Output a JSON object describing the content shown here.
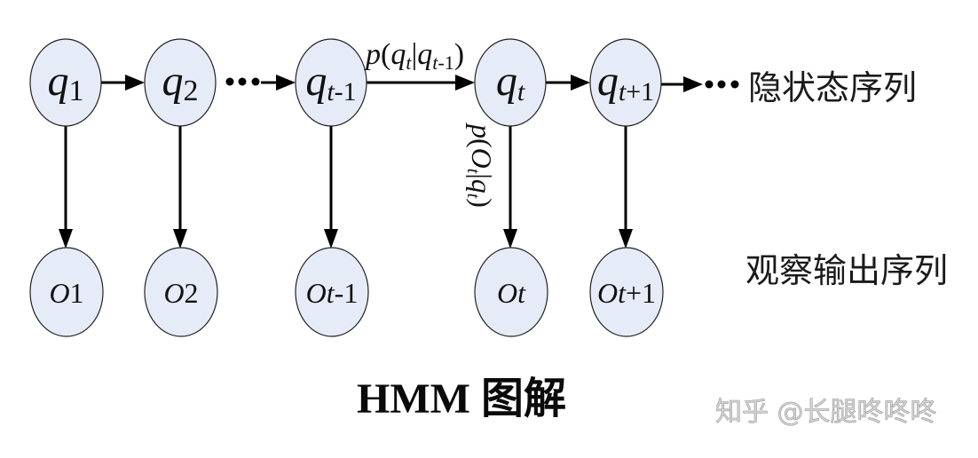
{
  "diagram": {
    "title": "HMM 图解",
    "watermark": "知乎 @长腿咚咚咚",
    "colors": {
      "node_fill": "#e6ecf7",
      "node_stroke": "#222222",
      "edge": "#000000",
      "text": "#111111"
    },
    "row_labels": {
      "hidden": "隐状态序列",
      "observed": "观察输出序列"
    },
    "hidden_states": [
      {
        "id": "q1",
        "base": "q",
        "sub": "1"
      },
      {
        "id": "q2",
        "base": "q",
        "sub": "2"
      },
      {
        "id": "q_t-1",
        "base": "q",
        "sub_italic": "t",
        "sub": "-1"
      },
      {
        "id": "q_t",
        "base": "q",
        "sub_italic": "t",
        "sub": ""
      },
      {
        "id": "q_t+1",
        "base": "q",
        "sub_italic": "t",
        "sub": "+1"
      }
    ],
    "observations": [
      {
        "id": "O1",
        "base": "O",
        "mid_italic": "",
        "tail": "1"
      },
      {
        "id": "O2",
        "base": "O",
        "mid_italic": "",
        "tail": "2"
      },
      {
        "id": "Ot-1",
        "base": "O",
        "mid_italic": "t",
        "tail": "-1"
      },
      {
        "id": "Ot",
        "base": "O",
        "mid_italic": "t",
        "tail": ""
      },
      {
        "id": "Ot+1",
        "base": "O",
        "mid_italic": "t",
        "tail": "+1"
      }
    ],
    "ellipsis": "•••",
    "transition_label": {
      "p": "p",
      "open": "(",
      "q1": "q",
      "s1": "t",
      "bar": "|",
      "q2": "q",
      "s2": "t",
      "s2b": "-1",
      "close": ")"
    },
    "emission_label": {
      "p": "p",
      "open": "(",
      "o": "O",
      "s1": "t",
      "bar": "|",
      "q": "q",
      "s2": "t",
      "close": ")"
    }
  }
}
